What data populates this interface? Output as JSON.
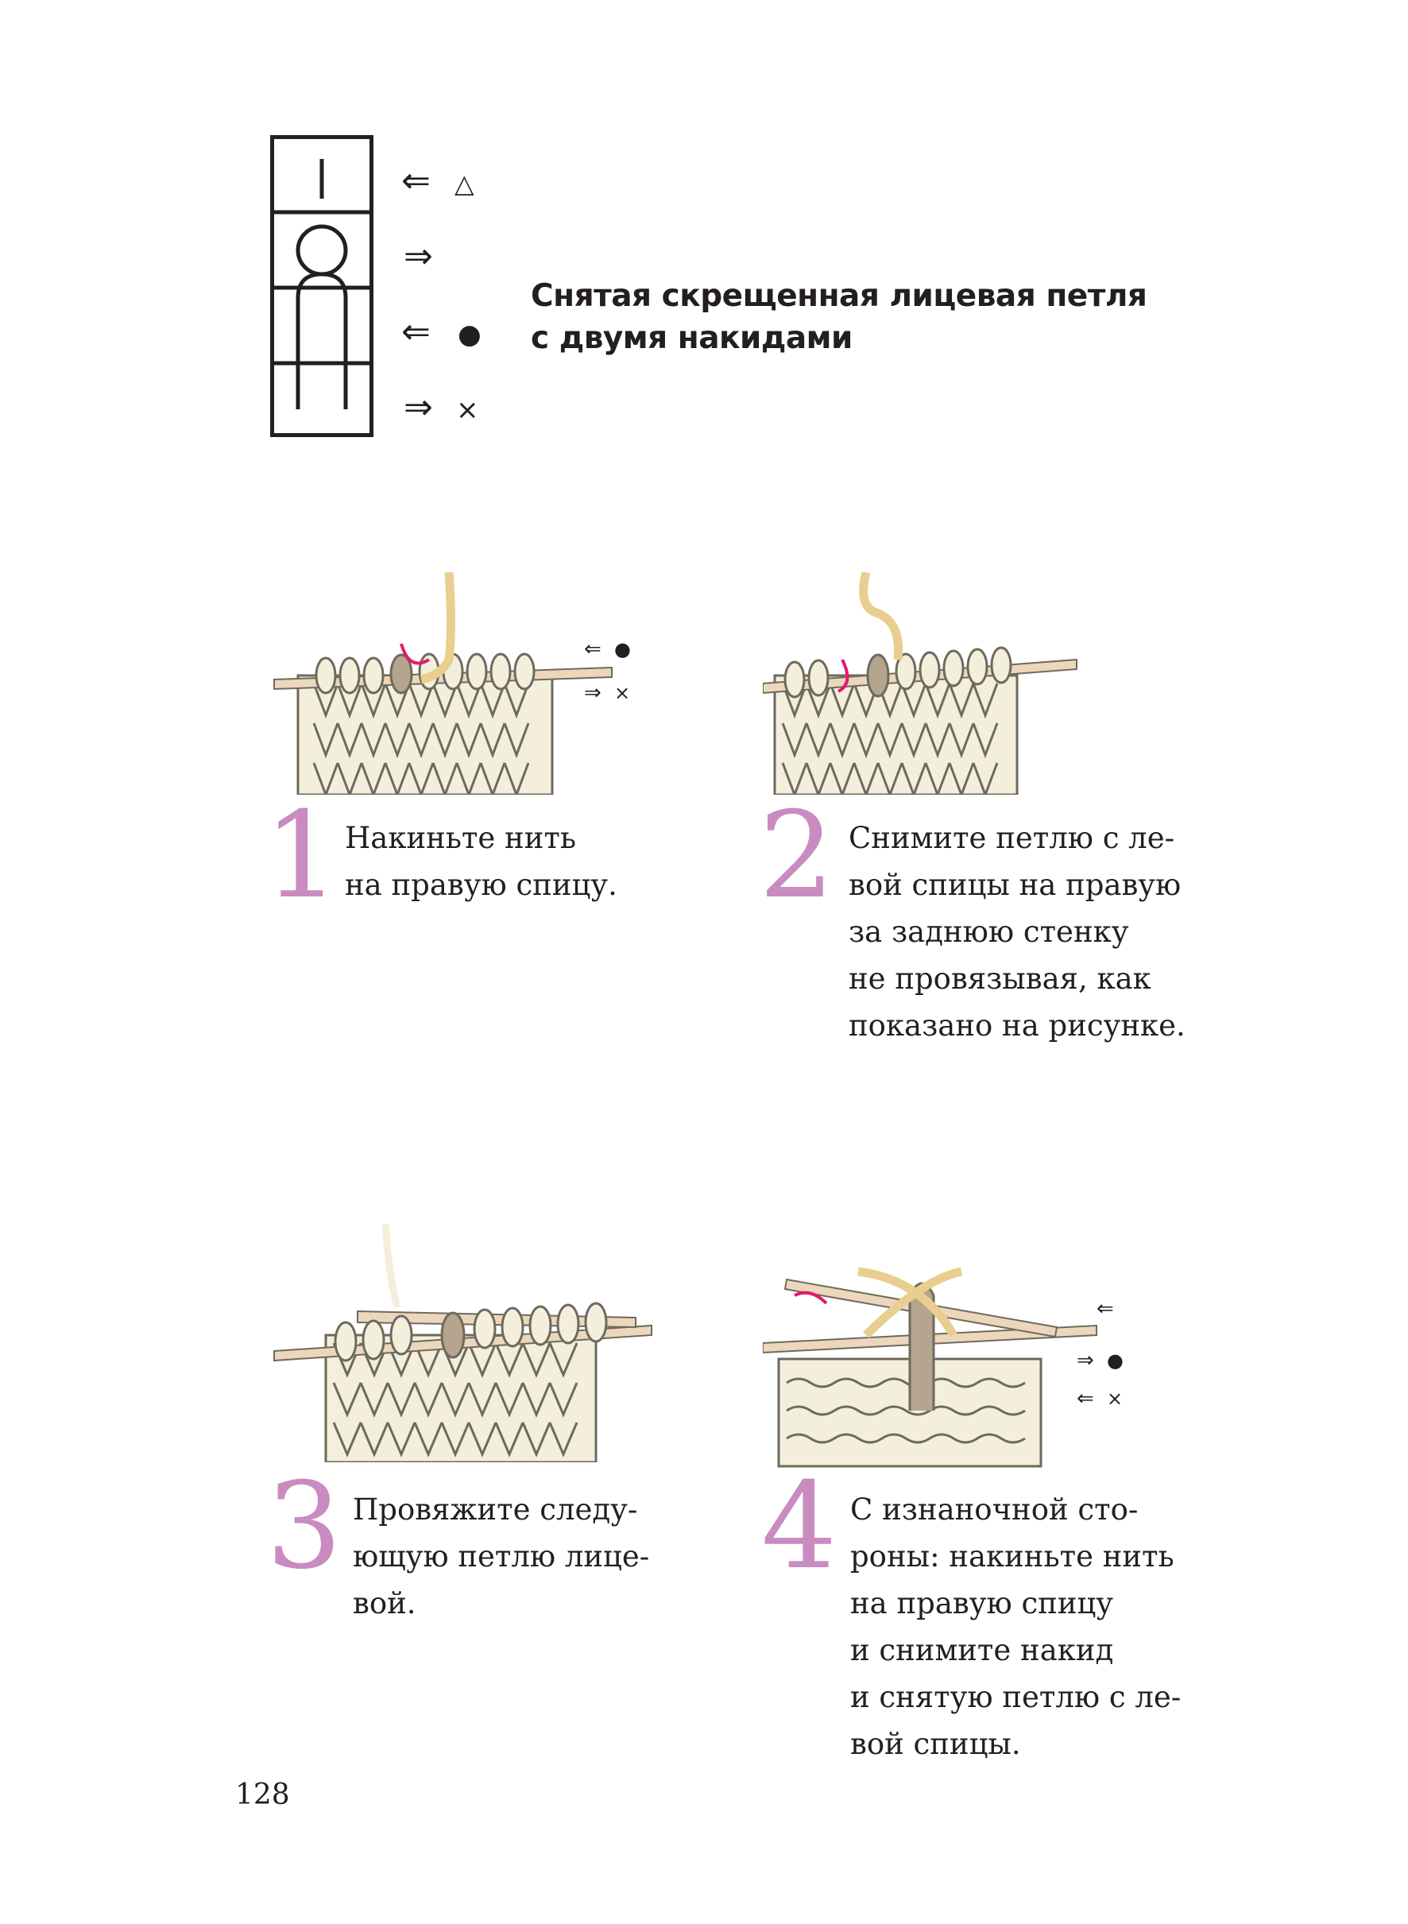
{
  "title": {
    "line1": "Снятая скрещенная лицевая петля",
    "line2": "с двумя накидами"
  },
  "chart_marks": {
    "row1": "△",
    "row3": "●",
    "row4": "×",
    "arrow_left": "⇐",
    "arrow_right": "⇒"
  },
  "steps": [
    {
      "number": "1",
      "lines": [
        "Накиньте нить",
        "на правую спицу."
      ]
    },
    {
      "number": "2",
      "lines": [
        "Снимите петлю с ле-",
        "вой спицы на правую",
        "за заднюю стенку",
        "не провязывая, как",
        "показано на рисунке."
      ]
    },
    {
      "number": "3",
      "lines": [
        "Провяжите следу-",
        "ющую петлю лице-",
        "вой."
      ]
    },
    {
      "number": "4",
      "lines": [
        "С изнаночной сто-",
        "роны: накиньте нить",
        "на правую спицу",
        "и снимите накид",
        "и снятую петлю с ле-",
        "вой спицы."
      ]
    }
  ],
  "illustration_marks": {
    "step1": [
      "●",
      "×"
    ],
    "step4": [
      "●",
      "×"
    ]
  },
  "page_number": "128",
  "colors": {
    "accent_number": "#c98bc0",
    "yarn": "#f3efdc",
    "yarn_outline": "#6e6a5c",
    "needle": "#ecd7bd",
    "working_yarn": "#e8cf8f",
    "slipped_loop": "#b5a48e",
    "arrow": "#e6186f"
  }
}
